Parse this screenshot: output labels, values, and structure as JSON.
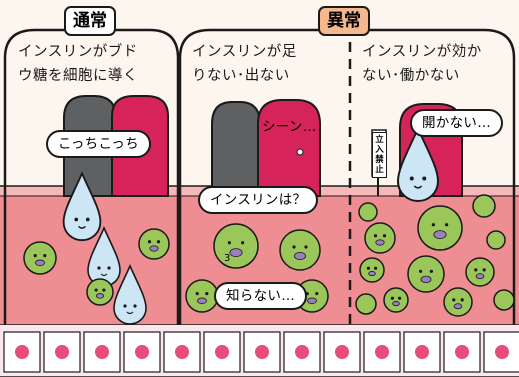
{
  "headers": {
    "normal": "通常",
    "abnormal": "異常"
  },
  "panels": {
    "normal": {
      "line1": "インスリンがブド",
      "line2": "ウ糖を細胞に導く"
    },
    "lack": {
      "line1": "インスリンが足",
      "line2": "りない･出ない"
    },
    "resist": {
      "line1": "インスリンが効か",
      "line2": "ない･働かない"
    }
  },
  "bubbles": {
    "come_here": "こっちこっち",
    "where_insulin": "インスリンは？",
    "dont_know": "知らない…",
    "wont_open": "開かない…"
  },
  "silence": "シーン…",
  "sign": {
    "text": "立入禁止"
  },
  "glucose_label": "3",
  "colors": {
    "vessel": "#ee8d92",
    "glucose": "#9bc75a",
    "insulin": "#cde6f6",
    "door": "#d6245a",
    "cell": "#e64d7b"
  }
}
